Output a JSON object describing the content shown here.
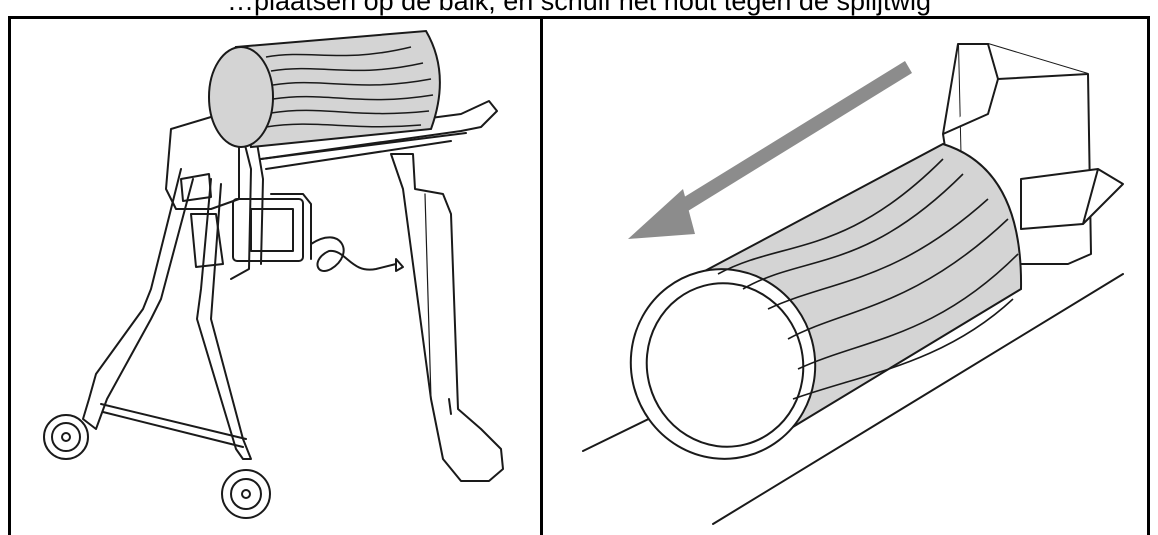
{
  "caption": {
    "top_text": "…plaatsen op de balk, en schuif het hout tegen de splijtwig"
  },
  "figures": {
    "left": {
      "icon": "log-splitter-with-log"
    },
    "right": {
      "icon": "log-pushed-against-wedge",
      "arrow_icon": "direction-arrow-left"
    }
  },
  "colors": {
    "line": "#1a1a1a",
    "log_fill": "#d4d4d4",
    "arrow": "#8c8c8c"
  }
}
